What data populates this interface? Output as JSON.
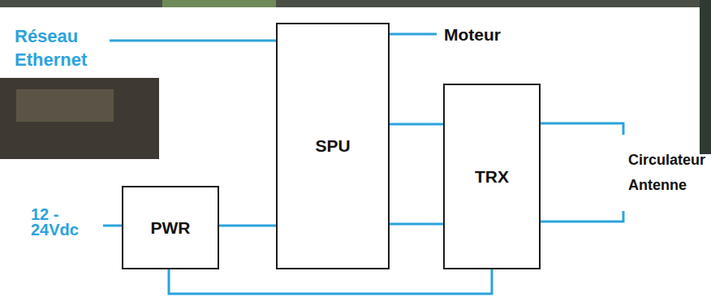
{
  "diagram": {
    "nodes": [
      {
        "text": [
          "SPU"
        ]
      },
      {
        "text": [
          "TRX"
        ]
      },
      {
        "text": [
          "PWR"
        ]
      }
    ],
    "edges": [
      {
        "from": 0,
        "to": 1,
        "arrow": "none"
      },
      {
        "from": 0,
        "to": 1,
        "arrow": "none"
      },
      {
        "from": 2,
        "to": 0,
        "arrow": "none"
      },
      {
        "from": 2,
        "to": 1,
        "arrow": "none"
      }
    ],
    "labels": [
      "Réseau Ethernet",
      "Moteur",
      "Circulateur Antenne",
      "12 - 24Vdc"
    ]
  }
}
